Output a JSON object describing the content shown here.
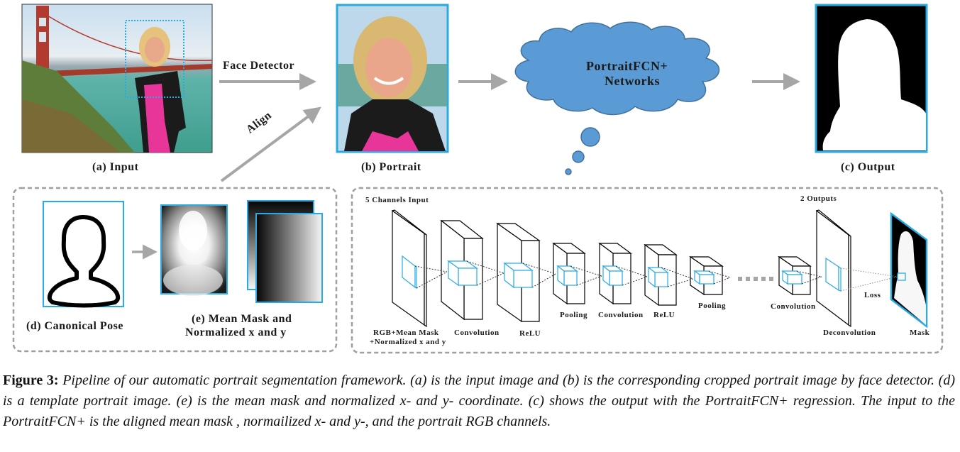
{
  "top_row": {
    "input_label": "(a) Input",
    "portrait_label": "(b) Portrait",
    "output_label": "(c) Output",
    "face_detector_label": "Face Detector",
    "align_label": "Align",
    "cloud_line1": "PortraitFCN+",
    "cloud_line2": "Networks"
  },
  "left_panel": {
    "canonical_label": "(d) Canonical Pose",
    "mean_mask_line1": "(e) Mean Mask and",
    "mean_mask_line2": "Normalized x  and y"
  },
  "network_panel": {
    "input_title": "5 Channels Input",
    "outputs_title": "2 Outputs",
    "layers": [
      {
        "label_line1": "RGB+Mean Mask",
        "label_line2": "+Normalized x and y"
      },
      {
        "label_line1": "Convolution"
      },
      {
        "label_line1": "ReLU"
      },
      {
        "label_line1": "Pooling"
      },
      {
        "label_line1": "Convolution"
      },
      {
        "label_line1": "ReLU"
      },
      {
        "label_line1": "Pooling"
      },
      {
        "label_line1": "Convolution"
      },
      {
        "label_line1": "Deconvolution"
      }
    ],
    "loss_label": "Loss",
    "mask_label": "Mask"
  },
  "caption": {
    "figure_label": "Figure 3:",
    "text": "Pipeline of our automatic portrait segmentation framework. (a) is the input image and (b) is the corresponding cropped portrait image by face detector. (d) is a template portrait image. (e) is the mean mask and normalized x- and y- coordinate. (c) shows the output with the PortraitFCN+ regression. The input to the PortraitFCN+ is the aligned mean mask , normailized x- and y-, and the portrait RGB channels."
  },
  "colors": {
    "accent_blue": "#29abe2",
    "cloud_fill": "#5b9bd5",
    "cloud_stroke": "#41719c",
    "arrow_gray": "#a6a6a6",
    "dash_gray": "#a0a0a0"
  }
}
